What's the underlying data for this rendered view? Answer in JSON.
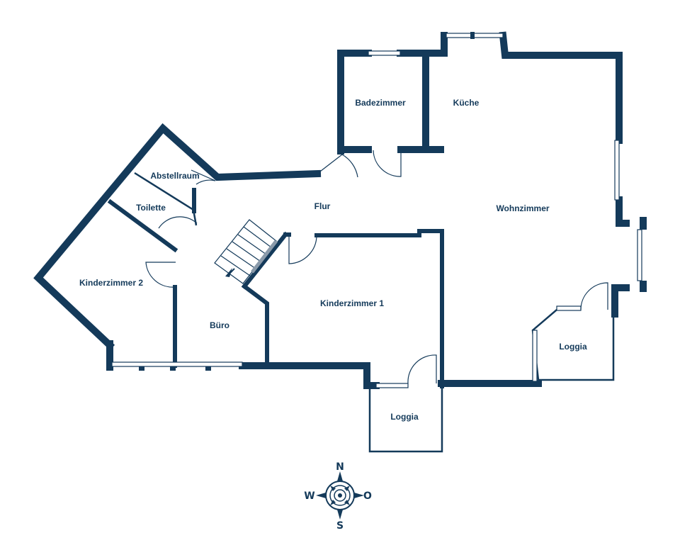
{
  "rooms": {
    "badezimmer": "Badezimmer",
    "kueche": "Küche",
    "abstellraum": "Abstellraum",
    "toilette": "Toilette",
    "flur": "Flur",
    "wohnzimmer": "Wohnzimmer",
    "kinderzimmer2": "Kinderzimmer 2",
    "kinderzimmer1": "Kinderzimmer 1",
    "buero": "Büro",
    "loggia_south": "Loggia",
    "loggia_east": "Loggia"
  },
  "compass": {
    "north": "N",
    "south": "S",
    "west": "W",
    "east": "O"
  },
  "colors": {
    "wall": "#143a5a",
    "background": "#ffffff"
  }
}
